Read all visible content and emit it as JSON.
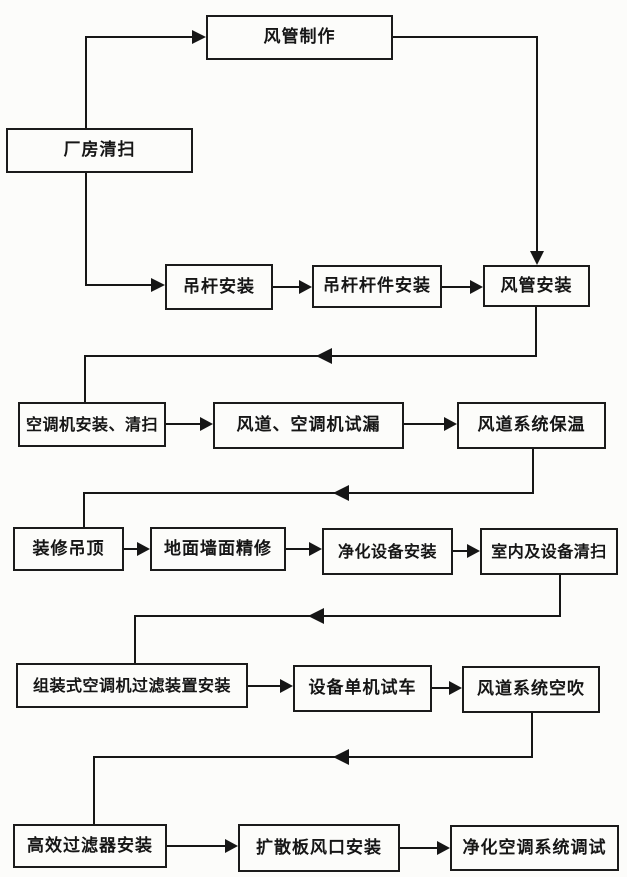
{
  "diagram": {
    "type": "flowchart",
    "language": "zh-CN",
    "colors": {
      "background": "#fcfcfa",
      "line": "#161616",
      "box_border": "#1b1b1b",
      "text": "#161616"
    },
    "nodes": [
      {
        "id": "duct-fabrication",
        "label": "风管制作"
      },
      {
        "id": "factory-cleaning",
        "label": "厂房清扫"
      },
      {
        "id": "hanger-rod-install",
        "label": "吊杆安装"
      },
      {
        "id": "hanger-rod-member-install",
        "label": "吊杆杆件安装"
      },
      {
        "id": "duct-install",
        "label": "风管安装"
      },
      {
        "id": "ahu-install-clean",
        "label": "空调机安装、清扫"
      },
      {
        "id": "duct-ahu-leak-test",
        "label": "风道、空调机试漏"
      },
      {
        "id": "duct-system-insulation",
        "label": "风道系统保温"
      },
      {
        "id": "ceiling-decoration",
        "label": "装修吊顶"
      },
      {
        "id": "floor-wall-finishing",
        "label": "地面墙面精修"
      },
      {
        "id": "purification-equipment-install",
        "label": "净化设备安装"
      },
      {
        "id": "indoor-equipment-cleaning",
        "label": "室内及设备清扫"
      },
      {
        "id": "assembled-ahu-filter-install",
        "label": "组装式空调机过滤装置安装"
      },
      {
        "id": "single-unit-test-run",
        "label": "设备单机试车"
      },
      {
        "id": "duct-system-blow",
        "label": "风道系统空吹"
      },
      {
        "id": "hepa-filter-install",
        "label": "高效过滤器安装"
      },
      {
        "id": "diffuser-outlet-install",
        "label": "扩散板风口安装"
      },
      {
        "id": "purification-ac-commissioning",
        "label": "净化空调系统调试"
      }
    ],
    "edges": [
      {
        "from": "factory-cleaning",
        "to": "duct-fabrication"
      },
      {
        "from": "duct-fabrication",
        "to": "duct-install"
      },
      {
        "from": "factory-cleaning",
        "to": "hanger-rod-install"
      },
      {
        "from": "hanger-rod-install",
        "to": "hanger-rod-member-install"
      },
      {
        "from": "hanger-rod-member-install",
        "to": "duct-install"
      },
      {
        "from": "duct-install",
        "to": "ahu-install-clean"
      },
      {
        "from": "ahu-install-clean",
        "to": "duct-ahu-leak-test"
      },
      {
        "from": "duct-ahu-leak-test",
        "to": "duct-system-insulation"
      },
      {
        "from": "duct-system-insulation",
        "to": "ceiling-decoration"
      },
      {
        "from": "ceiling-decoration",
        "to": "floor-wall-finishing"
      },
      {
        "from": "floor-wall-finishing",
        "to": "purification-equipment-install"
      },
      {
        "from": "purification-equipment-install",
        "to": "indoor-equipment-cleaning"
      },
      {
        "from": "indoor-equipment-cleaning",
        "to": "assembled-ahu-filter-install"
      },
      {
        "from": "assembled-ahu-filter-install",
        "to": "single-unit-test-run"
      },
      {
        "from": "single-unit-test-run",
        "to": "duct-system-blow"
      },
      {
        "from": "duct-system-blow",
        "to": "hepa-filter-install"
      },
      {
        "from": "hepa-filter-install",
        "to": "diffuser-outlet-install"
      },
      {
        "from": "diffuser-outlet-install",
        "to": "purification-ac-commissioning"
      }
    ]
  }
}
